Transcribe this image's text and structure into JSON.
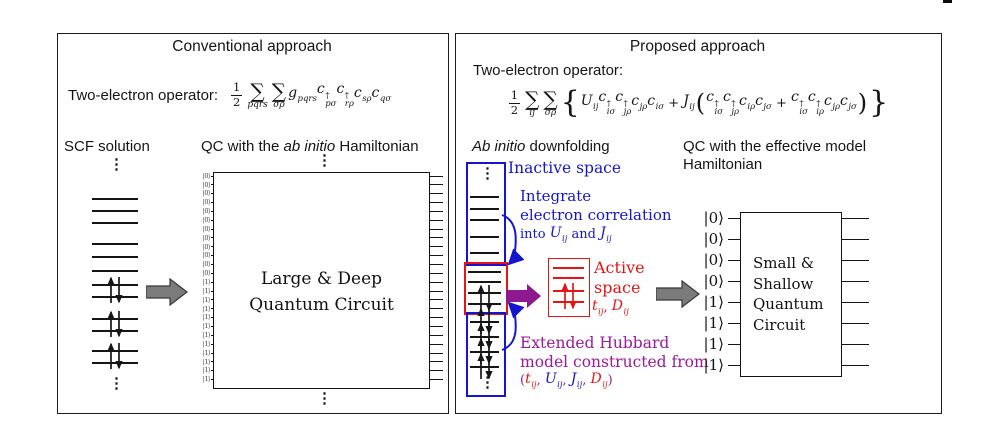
{
  "symbols": {
    "vdots": "⋮"
  },
  "colors": {
    "blue": "#1515d0",
    "red": "#e51515",
    "purple": "#9c189c",
    "arrow_gray": "#7b7b7b",
    "ink": "#151515"
  },
  "left_panel": {
    "title": "Conventional approach",
    "operator_label": "Two-electron operator:",
    "formula": [
      {
        "k": "frac",
        "n": "1",
        "d": "2"
      },
      {
        "k": "sum",
        "under": "pqrs"
      },
      {
        "k": "sum",
        "under": "σρ"
      },
      {
        "k": "i",
        "v": "g",
        "sub": "pqrs"
      },
      {
        "k": "i",
        "v": "c",
        "sup": "†",
        "sub": "pσ"
      },
      {
        "k": "i",
        "v": "c",
        "sup": "†",
        "sub": "rρ"
      },
      {
        "k": "i",
        "v": "c",
        "sub": "sρ"
      },
      {
        "k": "i",
        "v": "c",
        "sub": "qσ"
      }
    ],
    "scf_label": "SCF solution",
    "qc_label_parts": [
      {
        "v": "QC with the "
      },
      {
        "v": "ab initio",
        "italic": true
      },
      {
        "v": " Hamiltonian"
      }
    ],
    "circuit": {
      "kets": [
        "0",
        "0",
        "0",
        "0",
        "0",
        "0",
        "0",
        "0",
        "0",
        "0",
        "0",
        "0",
        "1",
        "1",
        "1",
        "1",
        "1",
        "1",
        "1",
        "1",
        "1",
        "1",
        "1",
        "1"
      ],
      "box_lines": [
        "Large & Deep",
        "Quantum Circuit"
      ]
    }
  },
  "right_panel": {
    "title": "Proposed approach",
    "operator_label": "Two-electron operator:",
    "formula": [
      {
        "k": "frac",
        "n": "1",
        "d": "2"
      },
      {
        "k": "sum",
        "under": "ij"
      },
      {
        "k": "sum",
        "under": "σρ"
      },
      {
        "k": "big",
        "v": "{",
        "fs": 30
      },
      {
        "k": "i",
        "v": "U",
        "sub": "ij"
      },
      {
        "k": "i",
        "v": "c",
        "sup": "†",
        "sub": "iσ"
      },
      {
        "k": "i",
        "v": "c",
        "sup": "†",
        "sub": "jρ"
      },
      {
        "k": "i",
        "v": "c",
        "sub": "jρ"
      },
      {
        "k": "i",
        "v": "c",
        "sub": "iσ"
      },
      {
        "k": "t",
        "v": " + "
      },
      {
        "k": "i",
        "v": "J",
        "sub": "ij"
      },
      {
        "k": "big",
        "v": "(",
        "fs": 24
      },
      {
        "k": "i",
        "v": "c",
        "sup": "†",
        "sub": "iσ"
      },
      {
        "k": "i",
        "v": "c",
        "sup": "†",
        "sub": "jρ"
      },
      {
        "k": "i",
        "v": "c",
        "sub": "iρ"
      },
      {
        "k": "i",
        "v": "c",
        "sub": "jσ"
      },
      {
        "k": "t",
        "v": " + "
      },
      {
        "k": "i",
        "v": "c",
        "sup": "†",
        "sub": "iσ"
      },
      {
        "k": "i",
        "v": "c",
        "sup": "†",
        "sub": "iρ"
      },
      {
        "k": "i",
        "v": "c",
        "sub": "jρ"
      },
      {
        "k": "i",
        "v": "c",
        "sub": "jσ"
      },
      {
        "k": "big",
        "v": ")",
        "fs": 24
      },
      {
        "k": "big",
        "v": "}",
        "fs": 30
      }
    ],
    "downfolding_label_parts": [
      {
        "v": "Ab initio",
        "italic": true
      },
      {
        "v": " downfolding"
      }
    ],
    "qc_label_lines": [
      "QC with the effective model",
      "Hamiltonian"
    ],
    "inactive_label": "Inactive space",
    "integrate_line1": "Integrate",
    "integrate_line2": "electron correlation",
    "integrate_line3": [
      {
        "k": "t",
        "v": "into "
      },
      {
        "k": "i",
        "v": "U",
        "sub": "ij"
      },
      {
        "k": "t",
        "v": " and "
      },
      {
        "k": "i",
        "v": "J",
        "sub": "ij"
      }
    ],
    "active_line1": "Active",
    "active_line2": "space",
    "active_params": [
      {
        "k": "i",
        "v": "t",
        "sub": "ij"
      },
      {
        "k": "t",
        "v": ", "
      },
      {
        "k": "i",
        "v": "D",
        "sub": "ij"
      }
    ],
    "hubbard_line1": "Extended Hubbard",
    "hubbard_line2": "model constructed from",
    "hubbard_params": [
      {
        "k": "t",
        "v": "("
      },
      {
        "k": "i",
        "v": "t",
        "sub": "ij",
        "color": "red"
      },
      {
        "k": "t",
        "v": ", "
      },
      {
        "k": "i",
        "v": "U",
        "sub": "ij",
        "color": "blue"
      },
      {
        "k": "t",
        "v": ", "
      },
      {
        "k": "i",
        "v": "J",
        "sub": "ij",
        "color": "blue"
      },
      {
        "k": "t",
        "v": ", "
      },
      {
        "k": "i",
        "v": "D",
        "sub": "ij",
        "color": "red"
      },
      {
        "k": "t",
        "v": ")"
      }
    ],
    "circuit": {
      "kets": [
        "0",
        "0",
        "0",
        "0",
        "1",
        "1",
        "1",
        "1"
      ],
      "box_lines": [
        "Small &",
        "Shallow",
        "Quantum",
        "Circuit"
      ]
    }
  }
}
